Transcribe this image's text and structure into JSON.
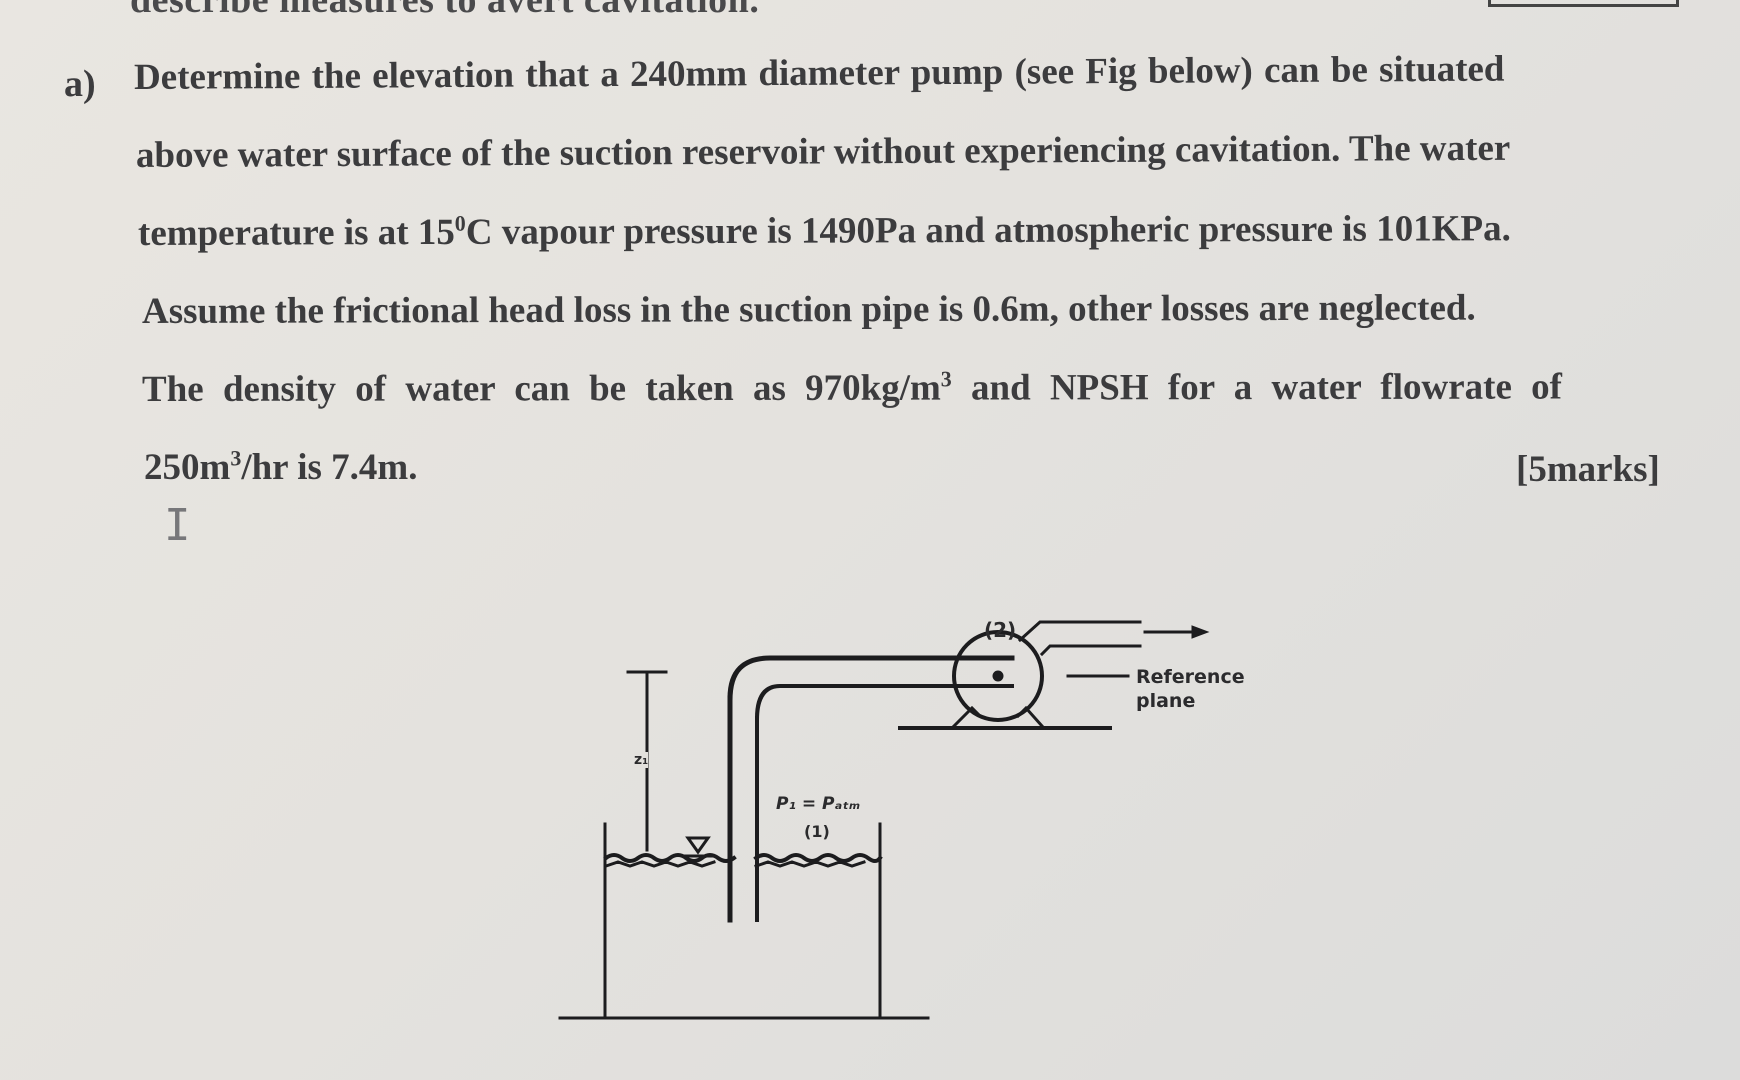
{
  "header": {
    "cutoff_text": "describe measures to avert cavitation."
  },
  "question": {
    "label": "a)",
    "lines": [
      "Determine the elevation that a 240mm diameter pump (see Fig below) can be situated",
      "above water surface of the suction reservoir without experiencing cavitation. The water",
      "temperature is at 15",
      "Assume the frictional head loss in the suction pipe is 0.6m, other losses are neglected.",
      "The density of water can be taken as 970kg/m",
      "250m"
    ],
    "line3_sup": "0",
    "line3_rest": "C vapour pressure is 1490Pa and atmospheric pressure is 101KPa.",
    "line5_sup": "3",
    "line5_rest": " and NPSH for a water flowrate of",
    "line6_sup": "3",
    "line6_rest": "/hr is 7.4m.",
    "marks": "[5marks]"
  },
  "text_cursor": "I",
  "figure": {
    "point2_label": "(2)",
    "reference_label_1": "Reference",
    "reference_label_2": "plane",
    "height_label": "z₁",
    "pressure_label": "P₁ = Pₐₜₘ",
    "point1_label": "(1)",
    "water_symbol": "▽"
  }
}
